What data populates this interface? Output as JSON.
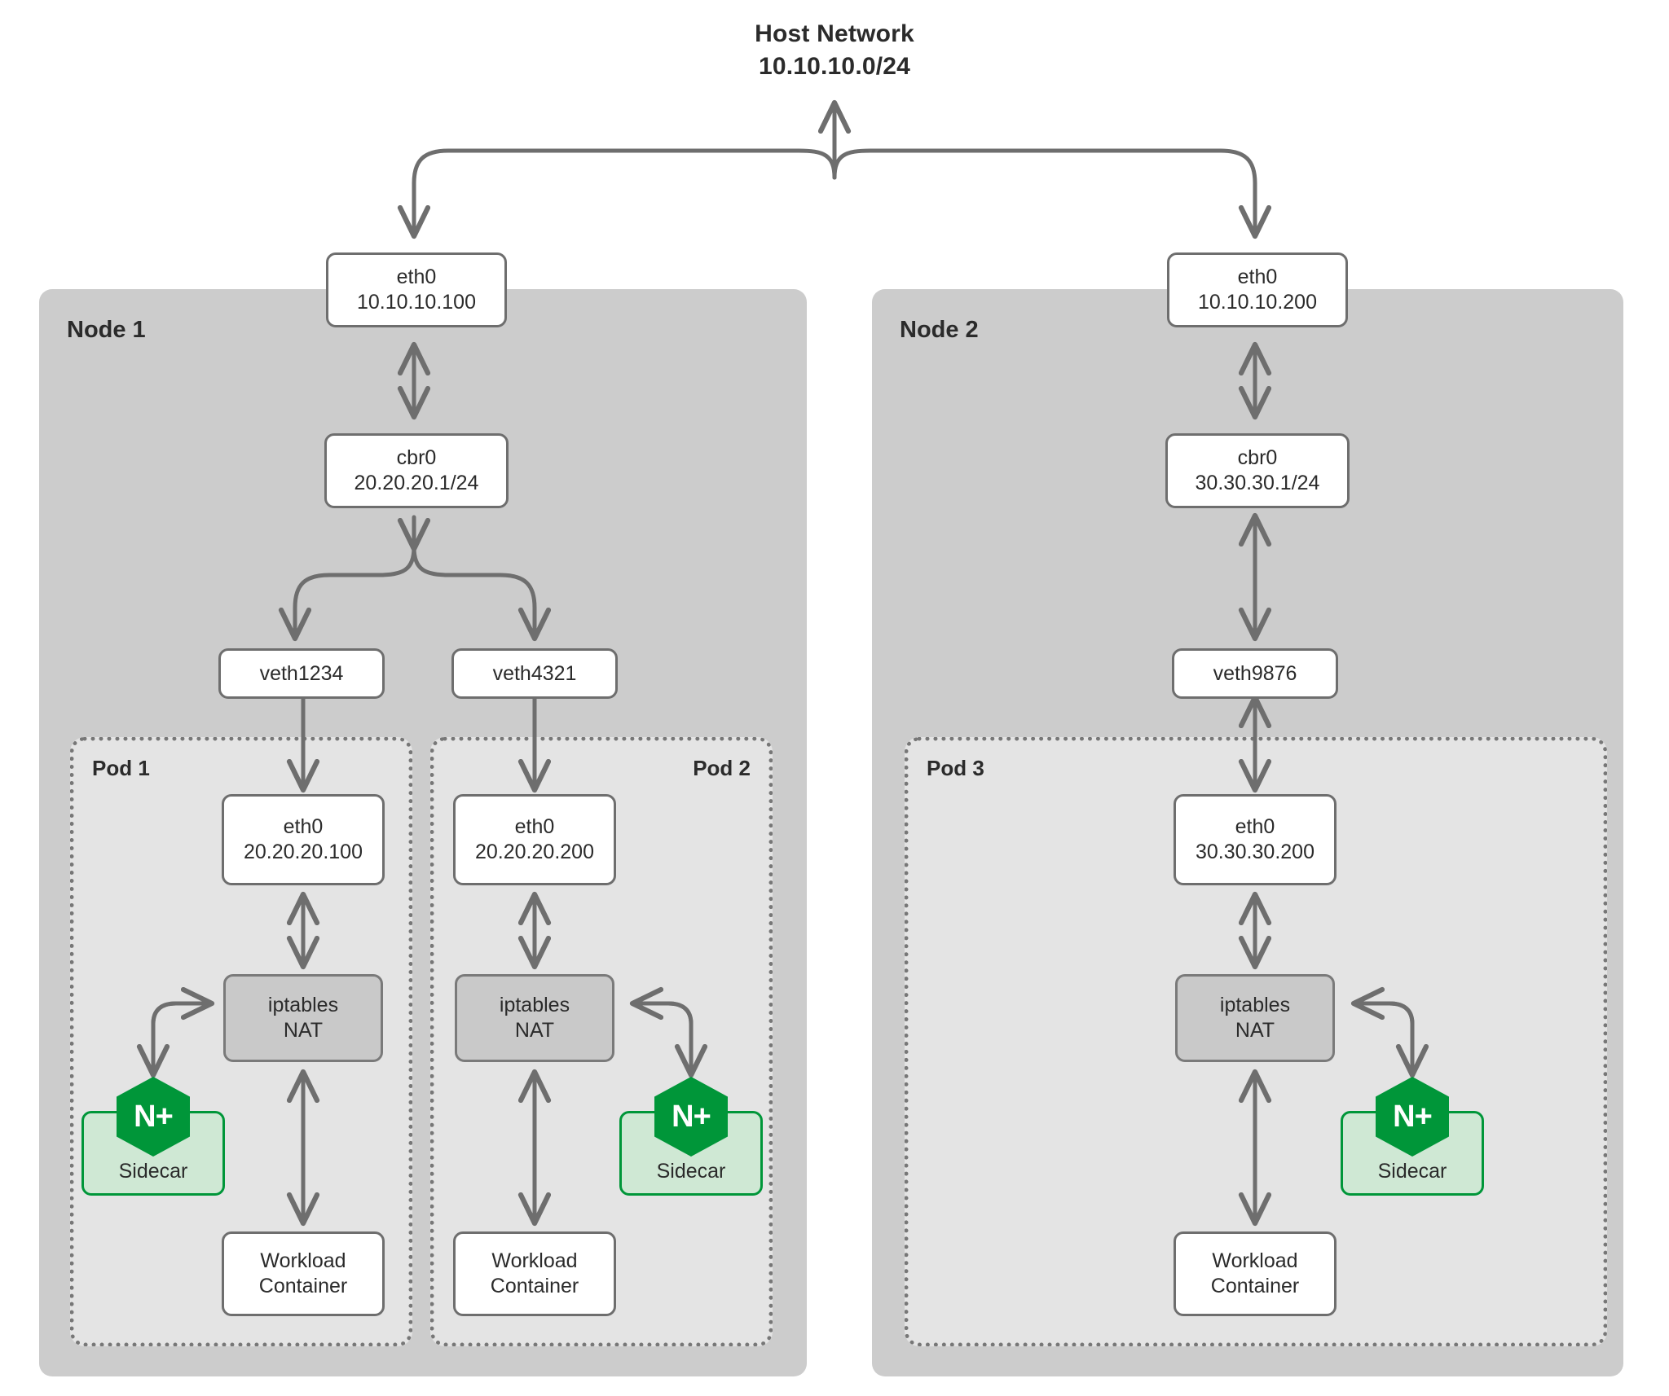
{
  "diagram": {
    "title_line1": "Host Network",
    "title_line2": "10.10.10.0/24",
    "colors": {
      "node_bg": "#cccccc",
      "pod_bg": "#e4e4e4",
      "box_border": "#6e6e6e",
      "nat_bg": "#c9c9c9",
      "sidecar_bg": "#cfe8d4",
      "nginx_green": "#009639",
      "arrow": "#6e6e6e",
      "text": "#2b2b2b"
    }
  },
  "nodes": [
    {
      "label": "Node 1",
      "nic": {
        "line1": "eth0",
        "line2": "10.10.10.100"
      },
      "bridge": {
        "line1": "cbr0",
        "line2": "20.20.20.1/24"
      },
      "veths": [
        "veth1234",
        "veth4321"
      ],
      "pods": [
        {
          "label": "Pod 1",
          "label_side": "left",
          "eth": {
            "line1": "eth0",
            "line2": "20.20.20.100"
          },
          "nat": {
            "line1": "iptables",
            "line2": "NAT"
          },
          "sidecar": {
            "logo": "N+",
            "label": "Sidecar",
            "side": "left"
          },
          "workload": {
            "line1": "Workload",
            "line2": "Container"
          }
        },
        {
          "label": "Pod 2",
          "label_side": "right",
          "eth": {
            "line1": "eth0",
            "line2": "20.20.20.200"
          },
          "nat": {
            "line1": "iptables",
            "line2": "NAT"
          },
          "sidecar": {
            "logo": "N+",
            "label": "Sidecar",
            "side": "right"
          },
          "workload": {
            "line1": "Workload",
            "line2": "Container"
          }
        }
      ]
    },
    {
      "label": "Node 2",
      "nic": {
        "line1": "eth0",
        "line2": "10.10.10.200"
      },
      "bridge": {
        "line1": "cbr0",
        "line2": "30.30.30.1/24"
      },
      "veths": [
        "veth9876"
      ],
      "pods": [
        {
          "label": "Pod 3",
          "label_side": "left",
          "eth": {
            "line1": "eth0",
            "line2": "30.30.30.200"
          },
          "nat": {
            "line1": "iptables",
            "line2": "NAT"
          },
          "sidecar": {
            "logo": "N+",
            "label": "Sidecar",
            "side": "right"
          },
          "workload": {
            "line1": "Workload",
            "line2": "Container"
          }
        }
      ]
    }
  ]
}
